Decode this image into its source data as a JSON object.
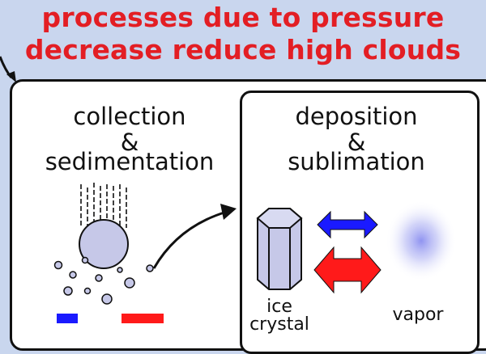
{
  "headline": {
    "line1": "processes due to pressure",
    "line2": "decrease reduce high clouds"
  },
  "left_panel": {
    "title_line1": "collection",
    "title_line2": "&",
    "title_line3": "sedimentation"
  },
  "right_panel": {
    "title_line1": "deposition",
    "title_line2": "&",
    "title_line3": "sublimation",
    "ice_label_line1": "ice",
    "ice_label_line2": "crystal",
    "vapor_label": "vapor"
  },
  "colors": {
    "headline": "#e31e24",
    "arrow_blue": "#1a1aff",
    "arrow_red": "#ff1a1a",
    "particle_fill": "#c6c8e8",
    "vapor": "#8a8ef0"
  }
}
